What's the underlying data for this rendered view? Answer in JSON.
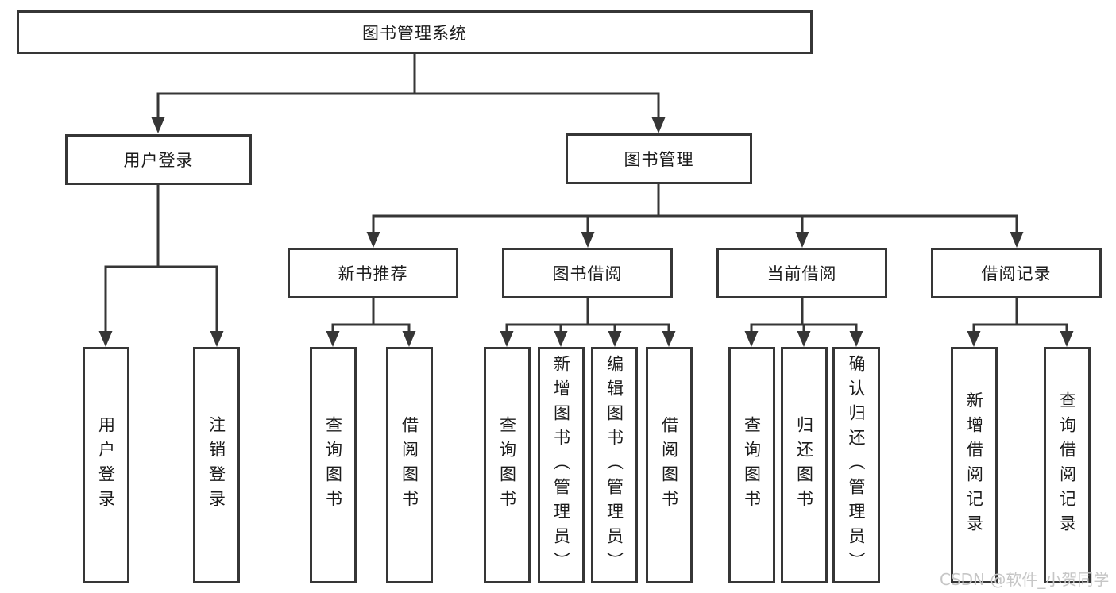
{
  "diagram": {
    "watermark": "CSDN @软件_小贺同学",
    "colors": {
      "line": "#363636",
      "box_border": "#363636",
      "text": "#1c1c1c",
      "watermark_text": "#c6c6c6",
      "background": "#ffffff"
    },
    "tree": {
      "root": "图书管理系统",
      "user_login_branch": {
        "label": "用户登录",
        "children": [
          "用户登录",
          "注销登录"
        ]
      },
      "book_mgmt_branch": {
        "label": "图书管理",
        "sections": [
          {
            "label": "新书推荐",
            "children": [
              "查询图书",
              "借阅图书"
            ]
          },
          {
            "label": "图书借阅",
            "children": [
              "查询图书",
              "新增图书（管理员）",
              "编辑图书（管理员）",
              "借阅图书"
            ]
          },
          {
            "label": "当前借阅",
            "children": [
              "查询图书",
              "归还图书",
              "确认归还（管理员）"
            ]
          },
          {
            "label": "借阅记录",
            "children": [
              "新增借阅记录",
              "查询借阅记录"
            ]
          }
        ]
      }
    }
  }
}
